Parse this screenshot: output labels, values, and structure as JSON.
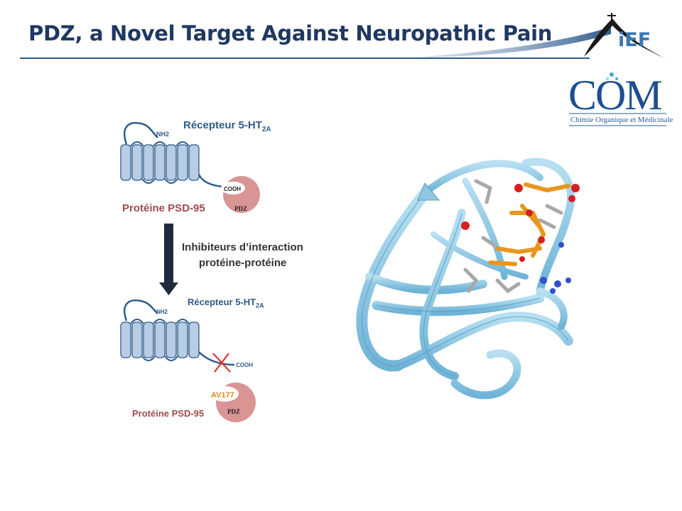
{
  "slide": {
    "title": "PDZ, a Novel Target Against Neuropathic Pain"
  },
  "logos": {
    "ief": "iEF",
    "com_letters": "COM",
    "com_subtitle": "Chimie Organique et Médicinale"
  },
  "diagram_top": {
    "receptor_label": "Récepteur 5-HT",
    "receptor_subscript": "2A",
    "nh2": "NH2",
    "cooh": "COOH",
    "pdz": "PDZ",
    "protein_label": "Protéine PSD-95"
  },
  "arrow_text": {
    "line1": "Inhibiteurs d’interaction",
    "line2": "protéine-protéine"
  },
  "diagram_bottom": {
    "receptor_label": "Récepteur 5-HT",
    "receptor_subscript": "2A",
    "nh2": "NH2",
    "cooh": "COOH",
    "inhibitor": "AV177",
    "pdz": "PDZ",
    "protein_label": "Protéine PSD-95"
  },
  "colors": {
    "title": "#1f3864",
    "receptor_fill": "#b8cce4",
    "receptor_stroke": "#2e5c8a",
    "pdz_fill": "#d99594",
    "protein_ribbon": "#8fc7e0",
    "ligand_orange": "#e8961e",
    "inhibitor_orange": "#e08a1e",
    "cross_red": "#e02020"
  }
}
